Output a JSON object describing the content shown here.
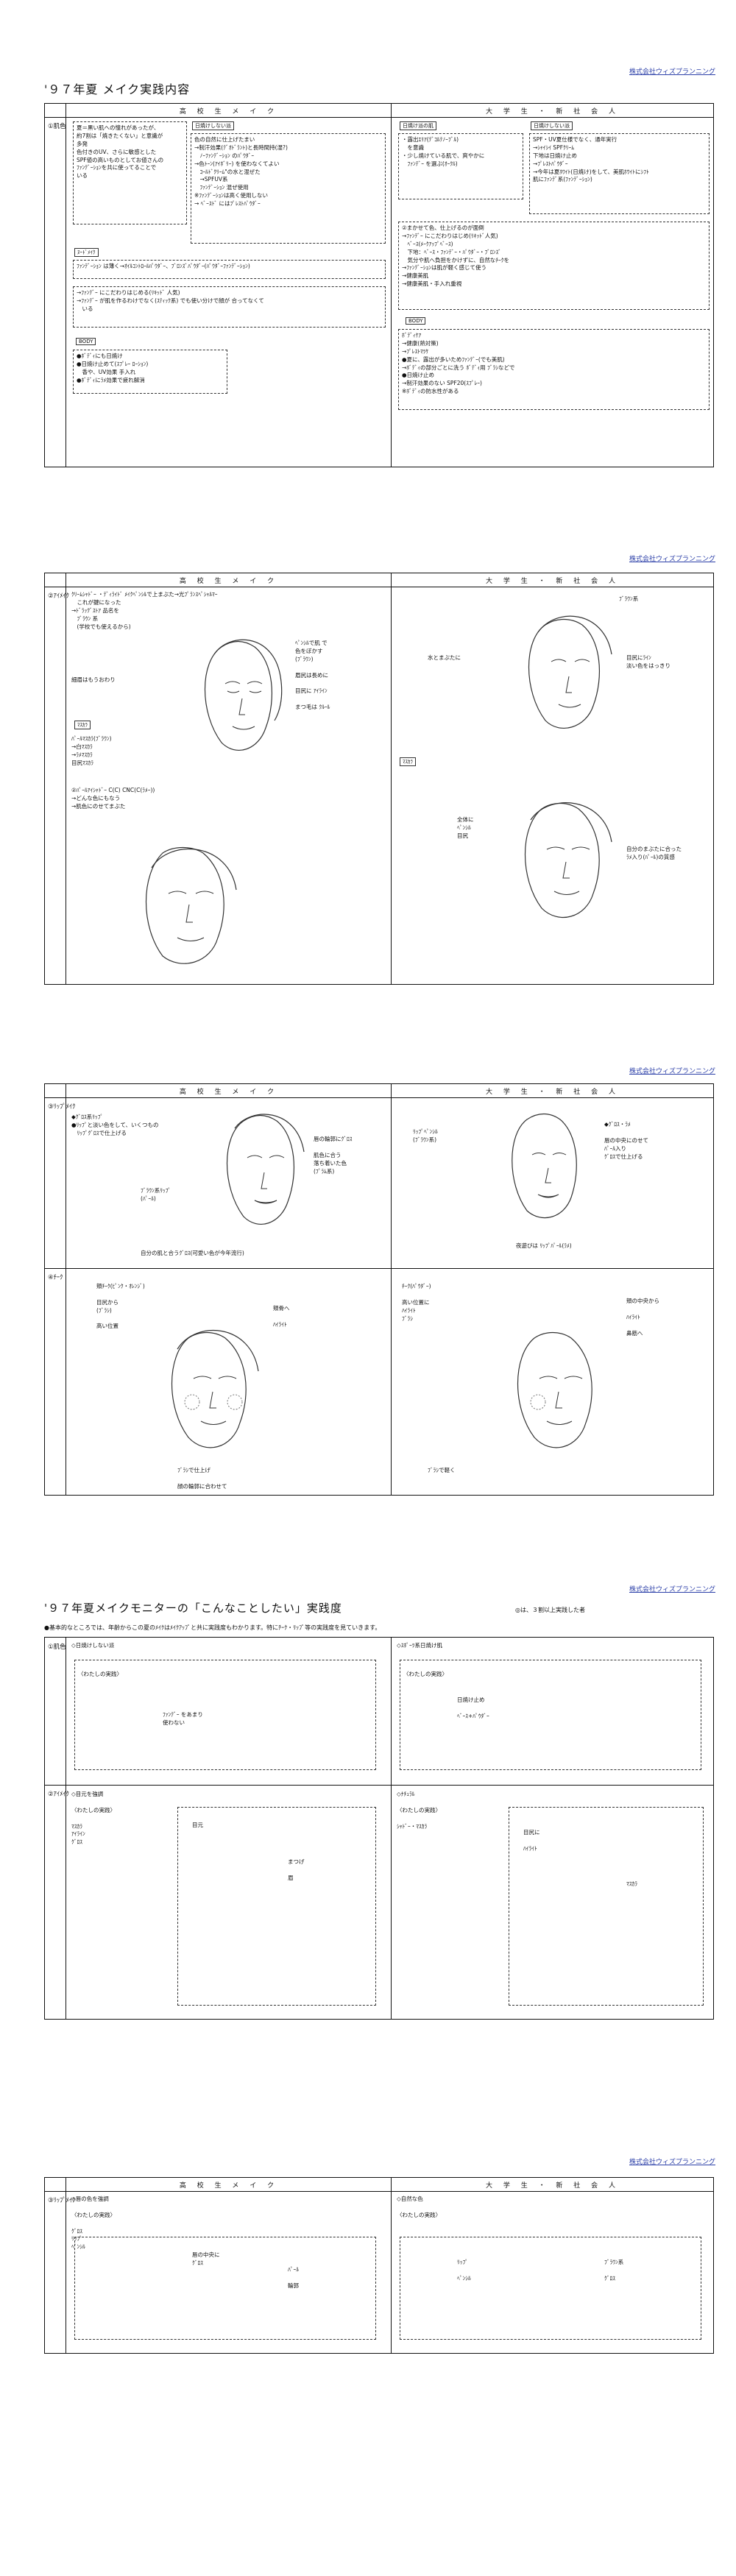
{
  "company": "株式会社ウィズプランニング",
  "doc1": {
    "title": "'９７年夏 メイク実践内容",
    "col_kou": "高 校 生 メ イ ク",
    "col_dai": "大 学 生 ・ 新 社 会 人",
    "row1_label": "①肌色",
    "k_box1": "夏＝黒い肌への憧れがあったが、\n約7割は「焼きたくない」と意識が\n多発\n色付きのUV、さらに敏感とした\nSPF値の高いものとしてお値さんの\nﾌｧﾝﾃﾞｰｼｮﾝを共に使ってることで\nいる",
    "k_box2_tag": "日焼けしない派",
    "k_box2": "色の自然に仕上げたまい\n→制汗効果(ﾃﾞｵﾄﾞﾗﾝﾄ)と長時間持(湿?)\n　ﾉｰﾌｧﾝﾃﾞｰｼｮﾝ のﾊﾟｳﾀﾞｰ\n→色ﾄｰﾝ(ｱｲﾎﾞﾘｰ) を使わなくてよい\n　ｺｰﾙﾄﾞｸﾘｰﾑ\"の水と混ぜた\n　→SPFUV系\n　ﾌｧﾝﾃﾞｰｼｮﾝ 混ぜ使用\n※ﾌｧﾝﾃﾞｰｼｮﾝは高く使用しない\n→ ﾍﾞｰｽﾄﾞ にはﾌﾟﾚｽﾄﾊﾟｳﾀﾞｰ",
    "k_box3_tag": "ﾇｰﾄﾞﾒｲｸ",
    "k_box3": "ﾌｧﾝﾃﾞｰｼｮﾝ は薄く→ｵｲﾙｺﾝﾄﾛｰﾙﾊﾟｳﾀﾞｰ、ﾌﾞﾛﾝｽﾞﾊﾟｳﾀﾞｰ(ﾊﾟｳﾀﾞｰﾌｧﾝﾃﾞｰｼｮﾝ)",
    "k_box4": "→ﾌｧﾝﾃﾞｰ にこだわりはじめる(ﾘｷｯﾄﾞ 人気)\n→ﾌｧﾝﾃﾞｰ が肌を作るわけでなく(ｽﾃｨｯｸ系) でも使い分けで顔が 合ってなくて\n　いる",
    "k_box5_tag": "BODY",
    "k_box5": "●ﾎﾞﾃﾞｨにも日焼け\n●日焼け止めて(ｽﾌﾟﾚｰ ﾛｰｼｮﾝ)\n　香や、UV効果 手入れ\n●ﾎﾞﾃﾞｨにﾗﾒ効果で疲れ解消",
    "d_box1_tag": "日焼け派の肌",
    "d_box1": "・露出ｴﾘｱ(ﾃﾞｺﾙﾃﾉｰﾌﾞﾙ)\n　を意識\n・少し焼けている肌で、爽やかに\n　ﾌｧﾝﾃﾞｰ を選ぶ(ｵｰｸﾙ)",
    "d_box2_tag": "日焼けしない派",
    "d_box2": "SPF・UV夏仕様でなく、通年実行\n→ｼｬｲｼｲ SPFｸﾘｰﾑ\n下地は日焼け止め\n→ﾌﾟﾚｽﾄﾊﾟｳﾀﾞｰ\n→今年は夏ﾎﾜｲﾄ(日焼け)をして、美肌ﾎﾜｲﾄにｼﾌﾄ\n肌にﾌｧﾝﾃﾞ系(ﾌｧﾝﾃﾞｰｼｮﾝ)",
    "d_box3": "②まかせて色、仕上げるのが面倒\n→ﾌｧﾝﾃﾞｰ にこだわりはじめ(ﾘｷｯﾄﾞ人気)\n　ﾍﾞｰｽ(ﾒｰｸｱｯﾌﾟﾍﾞｰｽ)\n　下地：ﾍﾞｰｽ・ﾌｧﾝﾃﾞｰ・ﾊﾟｳﾀﾞｰ・ﾌﾞﾛﾝｽﾞ\n　気分や肌へ負担をかけずに、自然なﾁｰｸを\n→ﾌｧﾝﾃﾞｰｼｮﾝは肌が軽く感じて使う\n→健康美肌\n→健康美肌・手入れ重視",
    "d_box4_tag": "BODY",
    "d_box4": "ﾎﾞﾃﾞｨｹｱ\n→健康(熱対策)\n→ﾌﾟﾚｽﾄﾏﾂｹ\n●夏に、露出が多いためﾌｧﾝﾃﾞｰ(でも美肌)\n→ﾎﾞﾃﾞｨの部分ごとに洗う ﾎﾞﾃﾞｨ用 ﾌﾞﾗｼなどで\n●日焼け止め\n→制汗効果のない SPF20(ｽﾌﾟﾚｰ)\n※ﾎﾞﾃﾞｨの防水性がある",
    "page_num": ""
  },
  "doc2": {
    "row_label": "②ｱｲﾒｲｸ",
    "k_text1": "ｸﾘｰﾑｼｬﾄﾞｰ ・ﾃﾞｨﾗｲﾄﾞ ﾒｲｸﾍﾟﾝｼﾙで上まぶた→光ﾌﾟﾗﾝｽﾍﾟｼｬﾙﾏｰ\n　これが鍵になった\n→ﾄﾞﾗｯｸﾞｽﾄｱ 品名を\n　ﾌﾞﾗｳﾝ 系\n　(学校でも使えるから)",
    "k_text2": "細眉はもうおわり",
    "k_text3": "ﾍﾟﾝｼﾙで肌 で\n色をぼかす\n(ﾌﾞﾗｳﾝ)\n\n眉尻は長めに\n\n目尻に ｱｲﾗｲﾝ\n\nまつ毛は ｸﾙｰﾙ",
    "k_tag1": "ﾏｽｶﾗ",
    "k_text4": "ﾊﾟｰﾙﾏｽｶﾗ(ﾌﾞﾗｳﾝ)\n→白ﾏｽｶﾗ\n→ﾗﾒﾏｽｶﾗ\n目尻ﾏｽｶﾗ",
    "k_text5": "②ﾊﾟｰﾙｱｲｼｬﾄﾞｰ C(C) CNC(C(ﾗﾒｰ))\n→どんな色にもなう\n→肌色にのせてまぶた",
    "d_text1": "ﾌﾞﾗｳﾝ系",
    "d_text2": "水とまぶたに",
    "d_text3": "目尻にﾗｲﾝ\n淡い色をはっきり",
    "d_tag1": "ﾏｽｶﾗ",
    "d_text4": "全体に\nﾍﾟﾝｼﾙ\n目尻",
    "d_text5": "自分のまぶたに合った\nﾗﾒ入り(ﾊﾟｰﾙ)の質感"
  },
  "doc3": {
    "row_label1": "③ﾘｯﾌﾟﾒｲｸ",
    "k_text1": "◆ｸﾞﾛｽ系ﾘｯﾌﾟ\n●ﾘｯﾌﾟと淡い色をして、いくつもの\n　ﾘｯﾌﾟｸﾞﾛｽで仕上げる",
    "k_text2": "ﾌﾞﾗｳﾝ系ﾘｯﾌﾟ\n(ﾊﾟｰﾙ)",
    "k_text3": "唇の輪郭にｸﾞﾛｽ\n\n肌色に合う\n落ち着いた色\n(ﾌﾟﾗﾑ系)",
    "k_text4": "自分の肌と合うｸﾞﾛｽ(可愛い色が今年流行)",
    "d_text1": "ﾘｯﾌﾟﾍﾟﾝｼﾙ\n(ﾌﾞﾗｳﾝ系)",
    "d_text2": "◆ｸﾞﾛｽ・ﾗﾒ\n\n唇の中央にのせて\nﾊﾟｰﾙ入り\nｸﾞﾛｽで仕上げる",
    "d_text3": "夜遊びは ﾘｯﾌﾟﾊﾟｰﾙ(ﾗﾒ)",
    "row_label2": "④ﾁｰｸ",
    "k_text5": "頬ﾁｰｸ(ﾋﾟﾝｸ・ｵﾚﾝｼﾞ)\n\n目尻から\n(ﾌﾞﾗｼ)\n\n高い位置",
    "k_text6": "頬骨へ\n\nﾊｲﾗｲﾄ",
    "k_text7": "ﾌﾞﾗｼで仕上げ\n\n顔の輪郭に合わせて",
    "d_text4": "ﾁｰｸ(ﾊﾟｳﾀﾞｰ)\n\n高い位置に\nﾊｲﾗｲﾄ\nﾌﾞﾗｼ",
    "d_text5": "頬の中央から\n\nﾊｲﾗｲﾄ\n\n鼻筋へ",
    "d_text6": "ﾌﾞﾗｼで軽く"
  },
  "doc4": {
    "title": "'９７年夏メイクモニターの「こんなことしたい」実践度",
    "legend": "◎は、３割以上実践した者",
    "note": "●基本的なところでは、年齢からこの夏のﾒｲｸはﾒｲｸｱｯﾌﾟと共に実践度もわかります。特にﾁｰｸ・ﾘｯﾌﾟ等の実践度を見ていきます。",
    "row_label1": "①肌色",
    "k_text1": "◇日焼けしない派",
    "k_text2": "〈わたしの実践〉",
    "k_text3": "ﾌｧﾝﾃﾞｰ をあまり\n使わない",
    "d_text1": "◇ｽﾎﾟｰﾂ系日焼け肌",
    "d_text2": "〈わたしの実践〉",
    "d_text3": "日焼け止め\n\nﾍﾞｰｽ+ﾊﾟｳﾀﾞｰ",
    "row_label2": "②ｱｲﾒｲｸ",
    "k_text4": "◇目元を強調\n\n〈わたしの実践〉\n\nﾏｽｶﾗ\nｱｲﾗｲﾝ\nｸﾞﾛｽ",
    "k_text5": "目元",
    "k_text6": "まつげ\n\n眉",
    "d_text4": "◇ﾅﾁｭﾗﾙ\n\n〈わたしの実践〉\n\nｼｬﾄﾞｰ・ﾏｽｶﾗ",
    "d_text5": "目尻に\n\nﾊｲﾗｲﾄ",
    "d_text6": "ﾏｽｶﾗ"
  },
  "doc5": {
    "row_label": "③ﾘｯﾌﾟﾒｲｸ",
    "k_text1": "◇唇の色を強調\n\n〈わたしの実践〉\n\nｸﾞﾛｽ\nﾘｯﾌﾟ\nﾍﾟﾝｼﾙ",
    "k_text2": "唇の中央に\nｸﾞﾛｽ",
    "k_text3": "ﾊﾟｰﾙ\n\n輪郭",
    "d_text1": "◇自然な色\n\n〈わたしの実践〉",
    "d_text2": "ﾘｯﾌﾟ\n\nﾍﾟﾝｼﾙ",
    "d_text3": "ﾌﾞﾗｳﾝ系\n\nｸﾞﾛｽ"
  }
}
